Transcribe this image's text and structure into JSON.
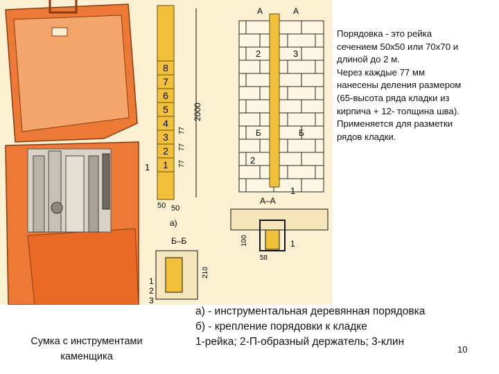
{
  "colors": {
    "orange": "#ec7a36",
    "orange_dark": "#c95a1c",
    "wood": "#f2c13a",
    "paper": "#fbf0d2",
    "gray": "#9a968c",
    "brick_line": "#222222"
  },
  "figure_labels": {
    "row_numbers": [
      "8",
      "7",
      "6",
      "5",
      "4",
      "3",
      "2",
      "1"
    ],
    "total_height": "2000",
    "interval": "77",
    "section_a_mark": "А",
    "section_b_mark": "Б",
    "section_aa": "А–А",
    "section_bb": "Б–Б",
    "item_1": "1",
    "item_2": "2",
    "item_3": "3",
    "dim_50": "50",
    "dim_100": "100",
    "dim_58": "58",
    "dim_210": "210",
    "part_a": "а)"
  },
  "description": "Порядовка -  это рейка\nсечением 50х50 или 70х70  и\nдлиной до 2 м.\nЧерез каждые 77 мм\nнанесены деления размером\n(65-высота ряда кладки из\nкирпича + 12- толщина шва).\nПрименяется для разметки\nрядов кладки.",
  "caption_left": "Сумка с инструментами\nкаменщика",
  "caption_main": [
    "а) - инструментальная деревянная порядовка",
    "б) - крепление порядовки к кладке",
    "1-рейка; 2-П-образный держатель; 3-клин"
  ],
  "page_number": "10"
}
